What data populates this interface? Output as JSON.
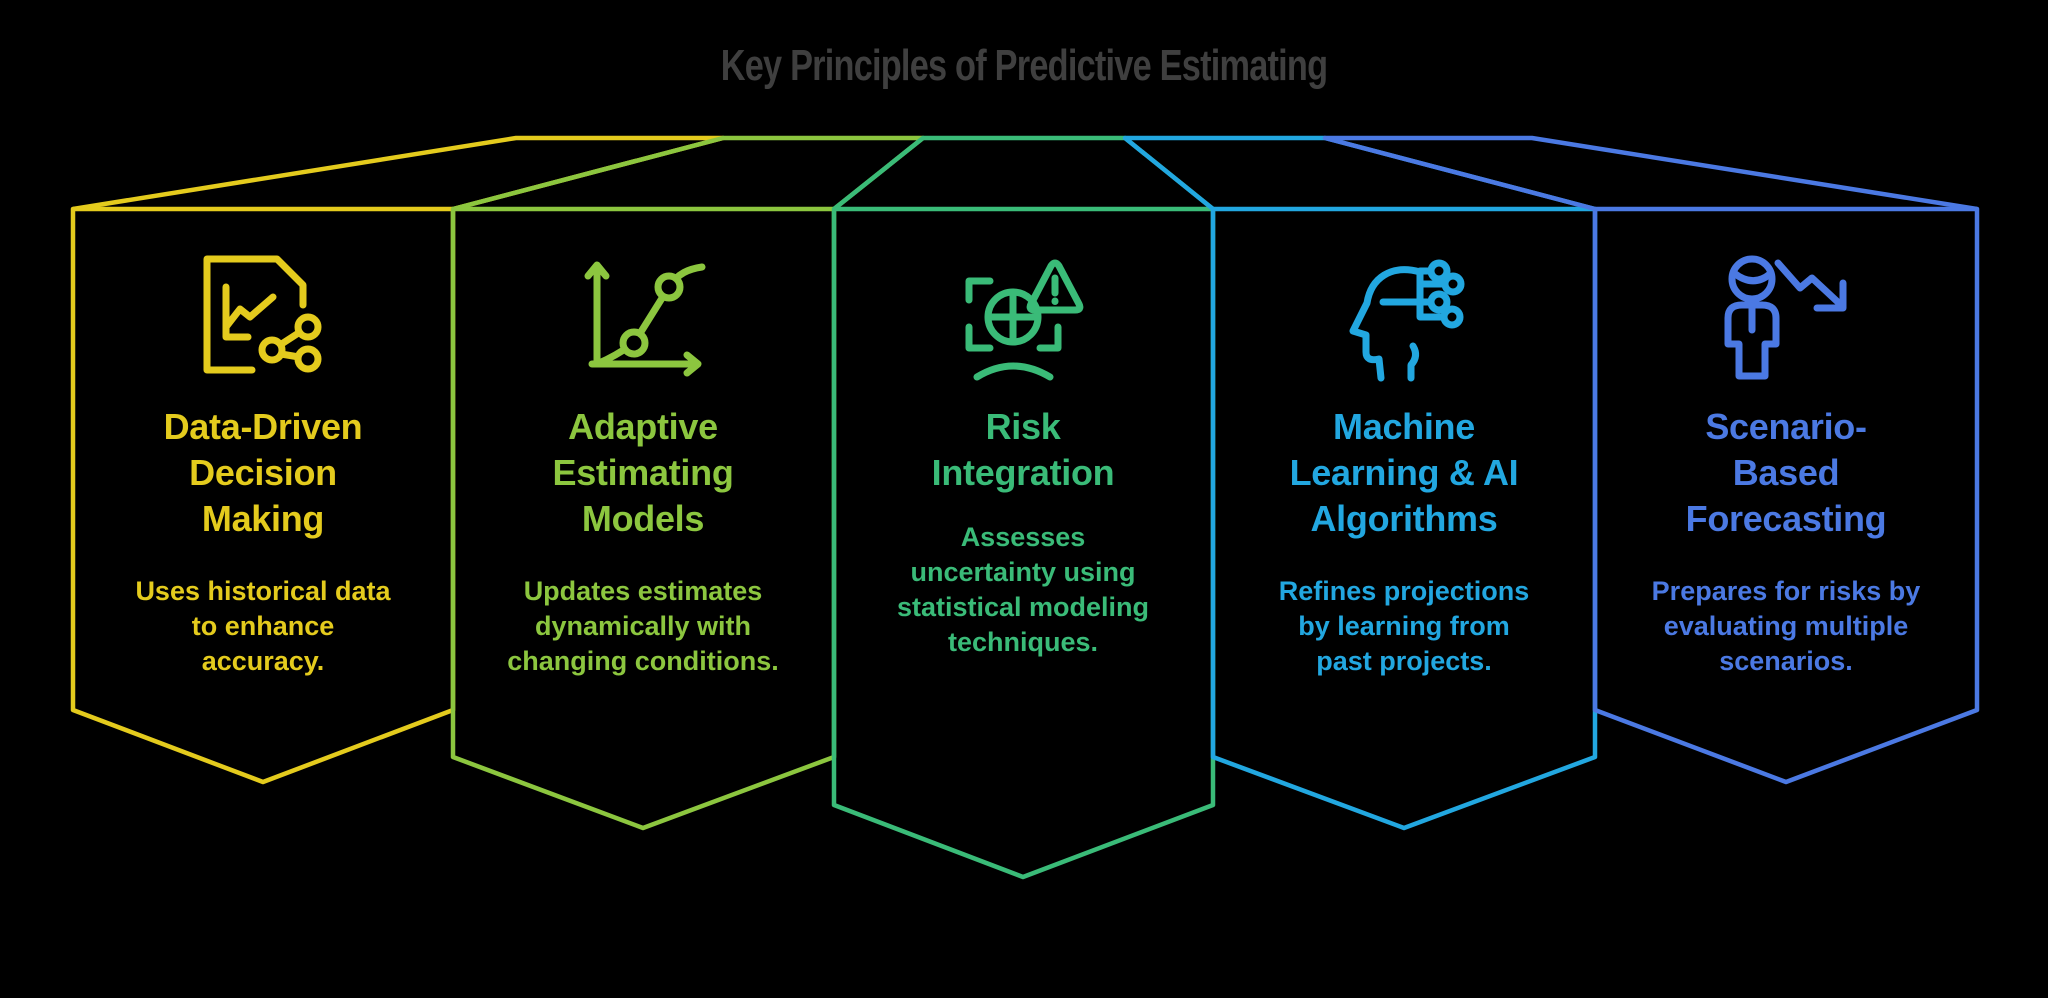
{
  "background_color": "#000000",
  "header": {
    "title": "Key Principles of Predictive Estimating",
    "color": "#3f3f3f"
  },
  "banners": [
    {
      "title": "Data-Driven\nDecision\nMaking",
      "description": "Uses historical data\nto enhance\naccuracy.",
      "color": "#e4cb1d",
      "icon": "document-chart-share-icon"
    },
    {
      "title": "Adaptive\nEstimating\nModels",
      "description": "Updates estimates\ndynamically with\nchanging conditions.",
      "color": "#8cc63f",
      "icon": "growth-chart-nodes-icon"
    },
    {
      "title": "Risk\nIntegration",
      "description": "Assesses\nuncertainty using\nstatistical modeling\ntechniques.",
      "color": "#3abb78",
      "icon": "globe-warning-icon"
    },
    {
      "title": "Machine\nLearning & AI\nAlgorithms",
      "description": "Refines projections\nby learning from\npast projects.",
      "color": "#22a7e0",
      "icon": "head-circuit-icon"
    },
    {
      "title": "Scenario-\nBased\nForecasting",
      "description": "Prepares for risks by\nevaluating multiple\nscenarios.",
      "color": "#4b79e3",
      "icon": "person-decline-arrow-icon"
    }
  ]
}
